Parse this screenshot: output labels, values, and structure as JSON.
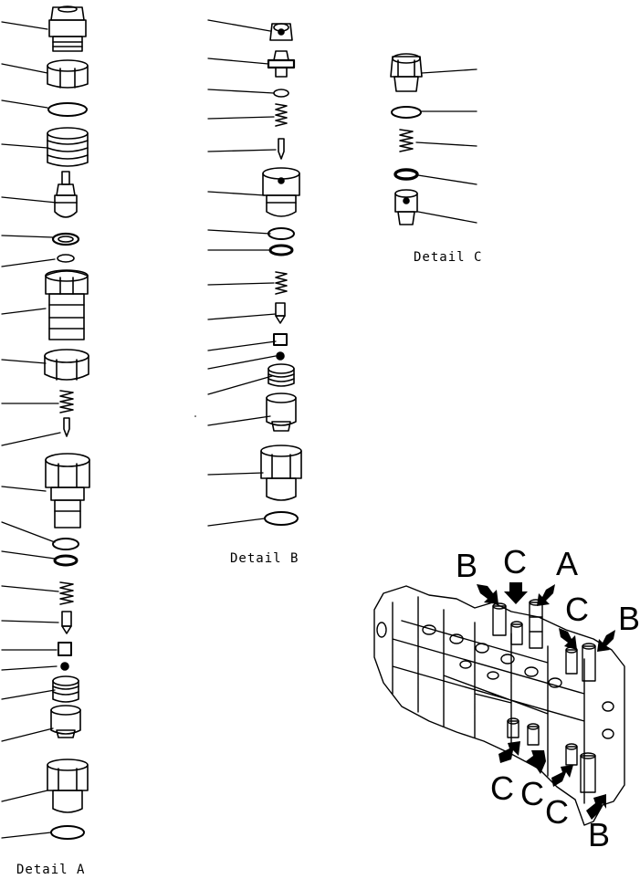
{
  "captions": {
    "detail_a": "Detail A",
    "detail_b": "Detail B",
    "detail_c": "Detail C"
  },
  "view_labels": [
    "B",
    "C",
    "A",
    "C",
    "B",
    "C",
    "C",
    "C",
    "B"
  ],
  "colors": {
    "ink": "#000000",
    "paper": "#ffffff"
  }
}
